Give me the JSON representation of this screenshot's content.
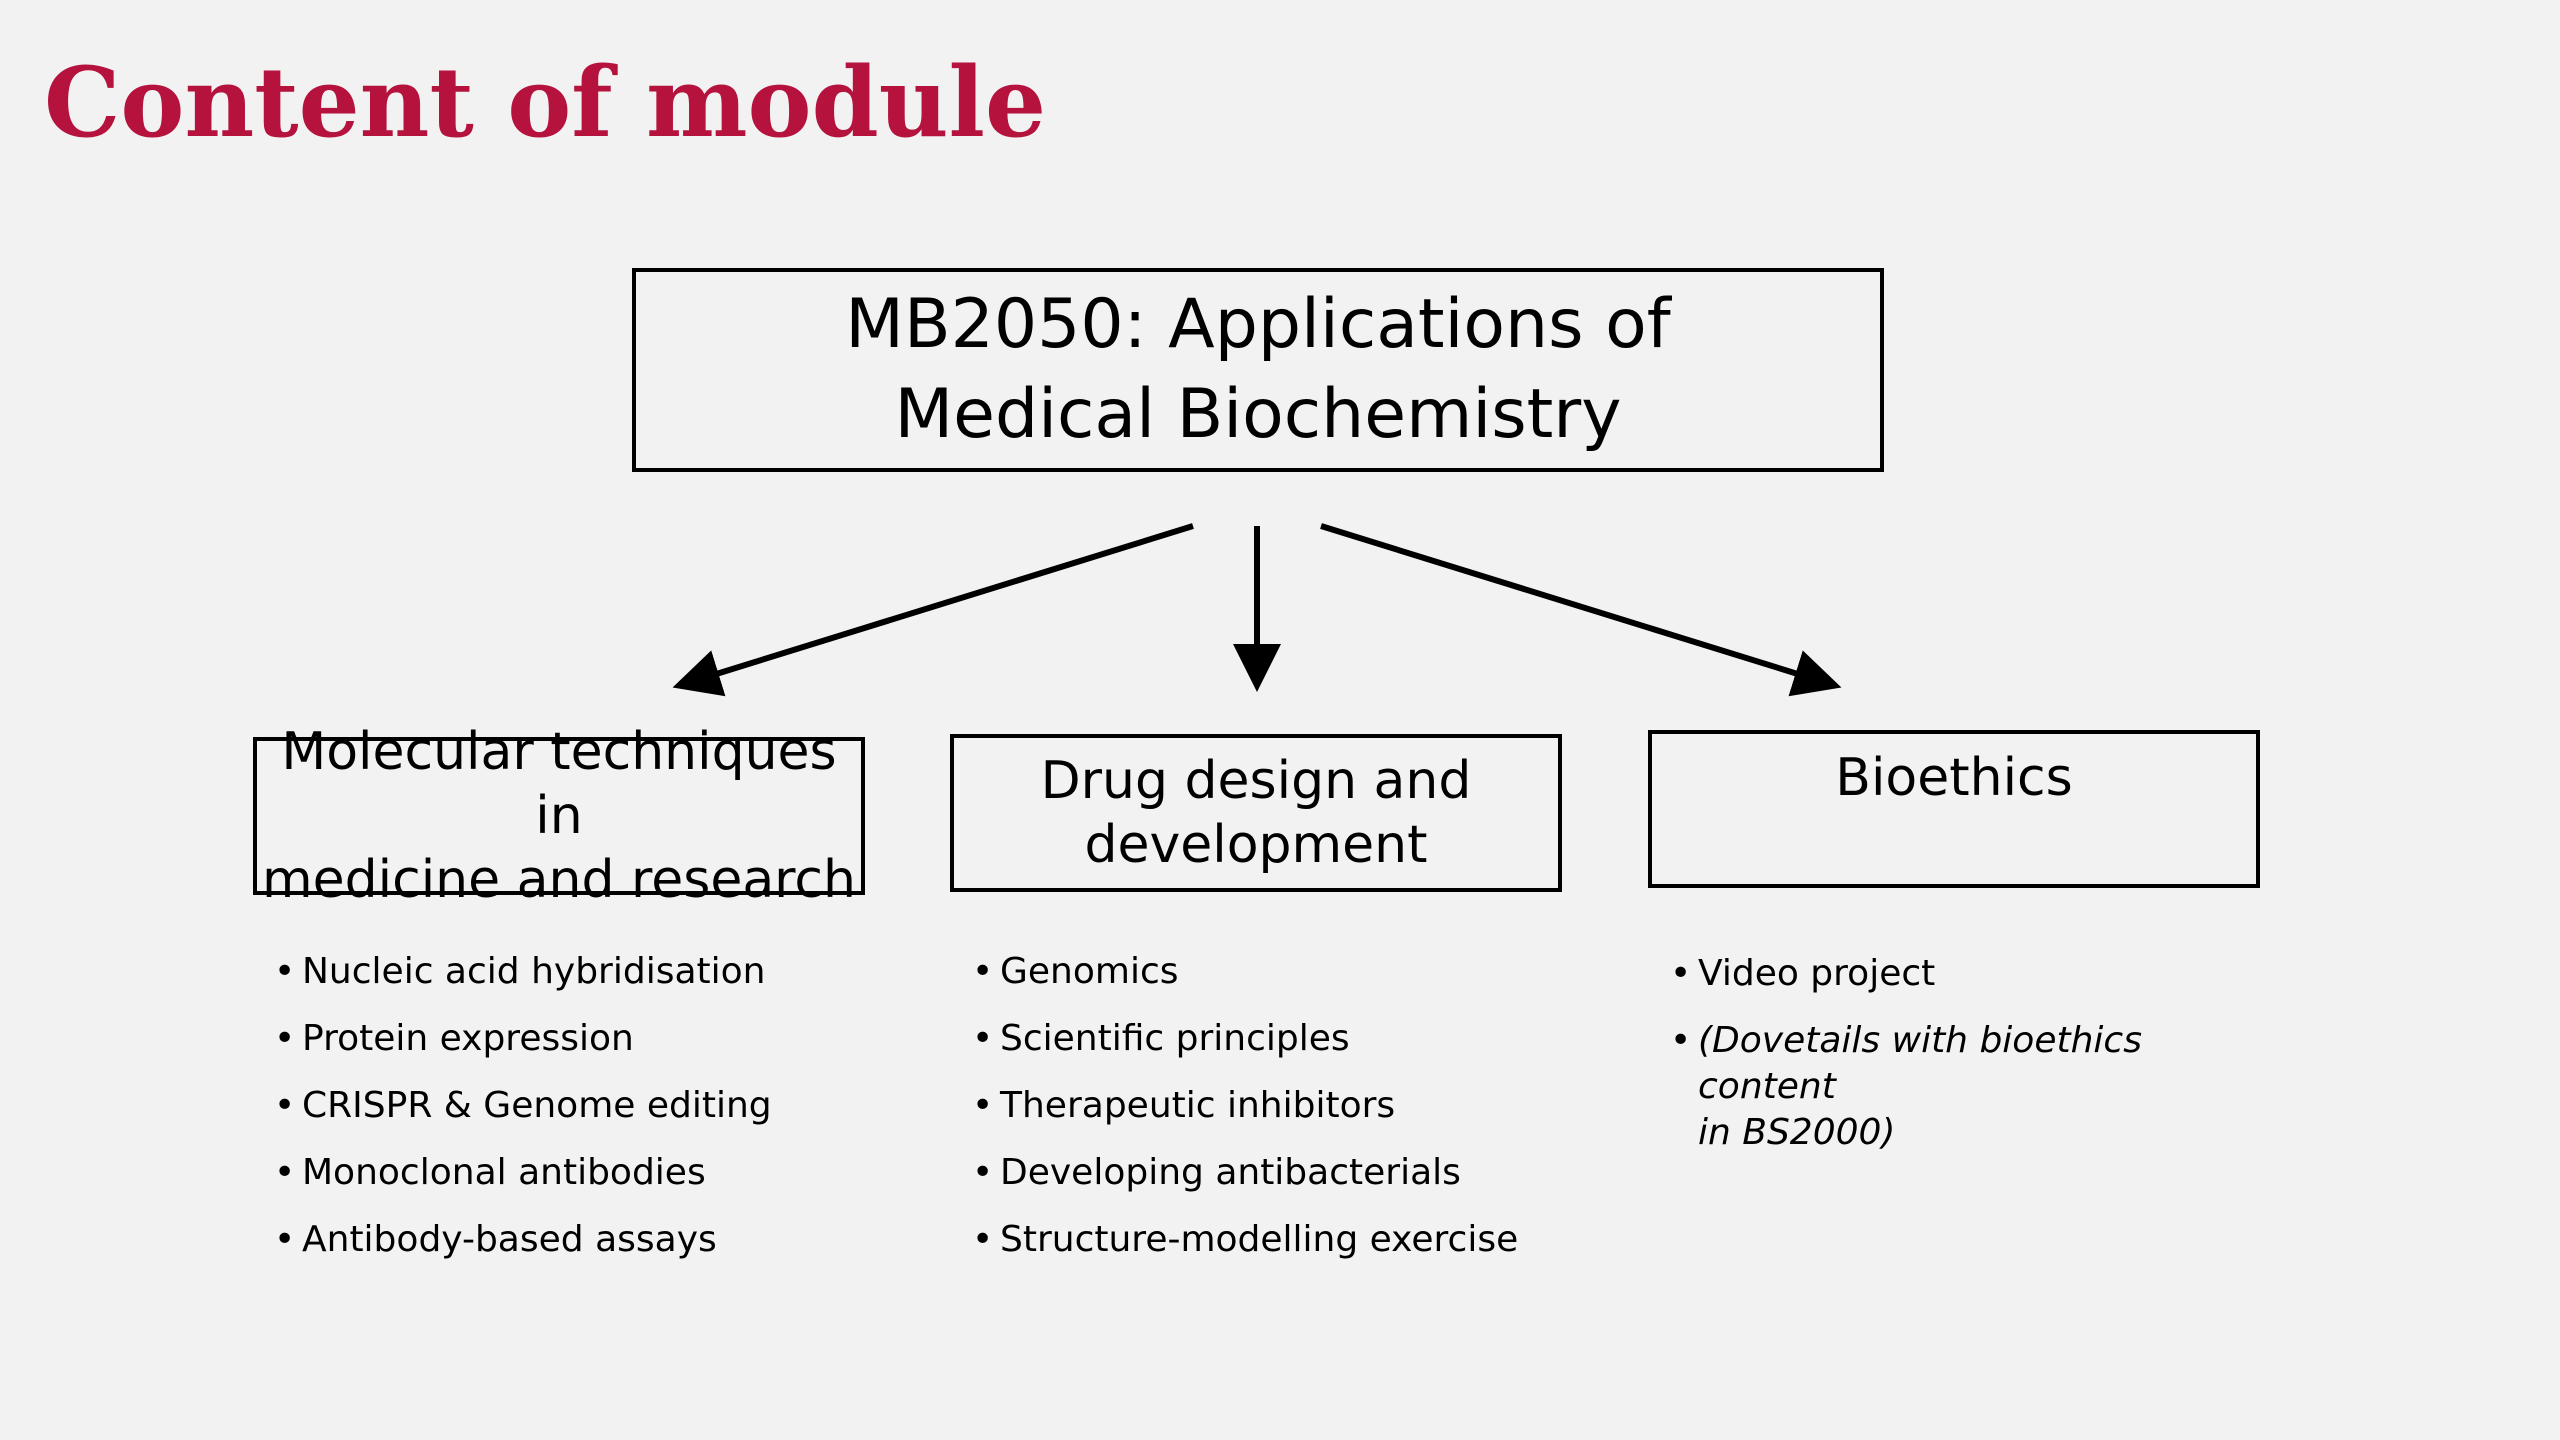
{
  "title": "Content of module",
  "top_box": {
    "text": "MB2050: Applications of\nMedical Biochemistry"
  },
  "columns": [
    {
      "heading": "Molecular techniques in\nmedicine and research",
      "items": [
        "Nucleic acid hybridisation",
        "Protein expression",
        "CRISPR & Genome editing",
        "Monoclonal antibodies",
        "Antibody-based assays"
      ]
    },
    {
      "heading": "Drug design and\ndevelopment",
      "items": [
        "Genomics",
        "Scientific principles",
        "Therapeutic inhibitors",
        "Developing antibacterials",
        "Structure-modelling exercise"
      ]
    },
    {
      "heading": "Bioethics",
      "items": [
        "Video project",
        "(Dovetails with bioethics content\n in BS2000)"
      ]
    }
  ],
  "colors": {
    "title": "#b5123e",
    "background": "#f2f2f2",
    "lines": "#000000"
  }
}
